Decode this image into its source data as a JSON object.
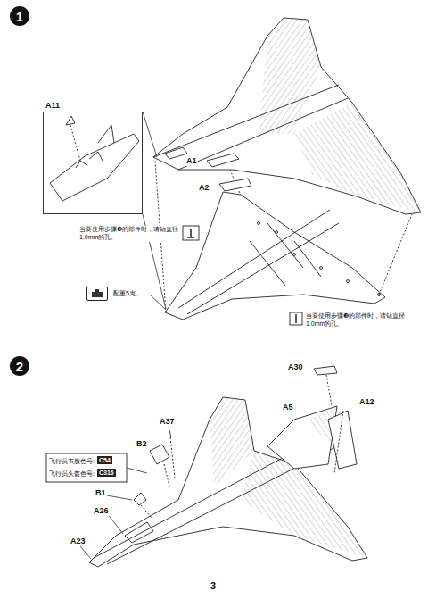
{
  "diagram": {
    "nodes": [
      {
        "text": [
          "1"
        ]
      },
      {
        "text": [
          "A11"
        ]
      },
      {
        "text": [
          "配重5克。"
        ]
      },
      {
        "text": [
          "2"
        ]
      }
    ],
    "labels": [
      "A1",
      "A2",
      "当要使用步骤❸的部件时，请钻直径1.0mm的孔。",
      "当要使用步骤❸的部件时，请钻直径1.0mm的孔。",
      "A30",
      "A5",
      "A12",
      "A37",
      "B2",
      "飞行员衣服色号:",
      "C54",
      "飞行员头盔色号:",
      "C316",
      "B1",
      "A26",
      "A23",
      "3"
    ]
  }
}
